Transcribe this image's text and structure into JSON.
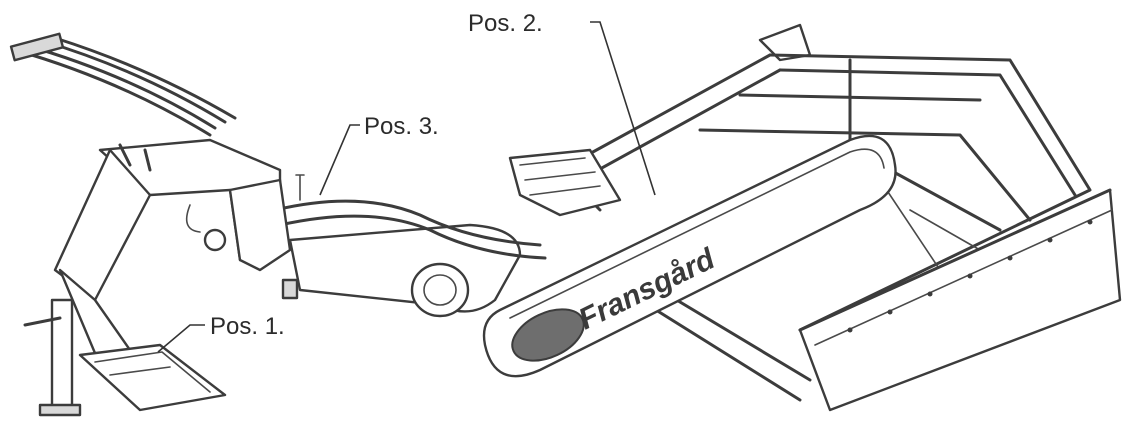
{
  "labels": {
    "pos1": "Pos. 1.",
    "pos2": "Pos. 2.",
    "pos3": "Pos. 3."
  },
  "brand": "Fransgård",
  "colors": {
    "line": "#3c3c3c",
    "fill": "#d9d9d9",
    "text": "#2b2b2b"
  }
}
